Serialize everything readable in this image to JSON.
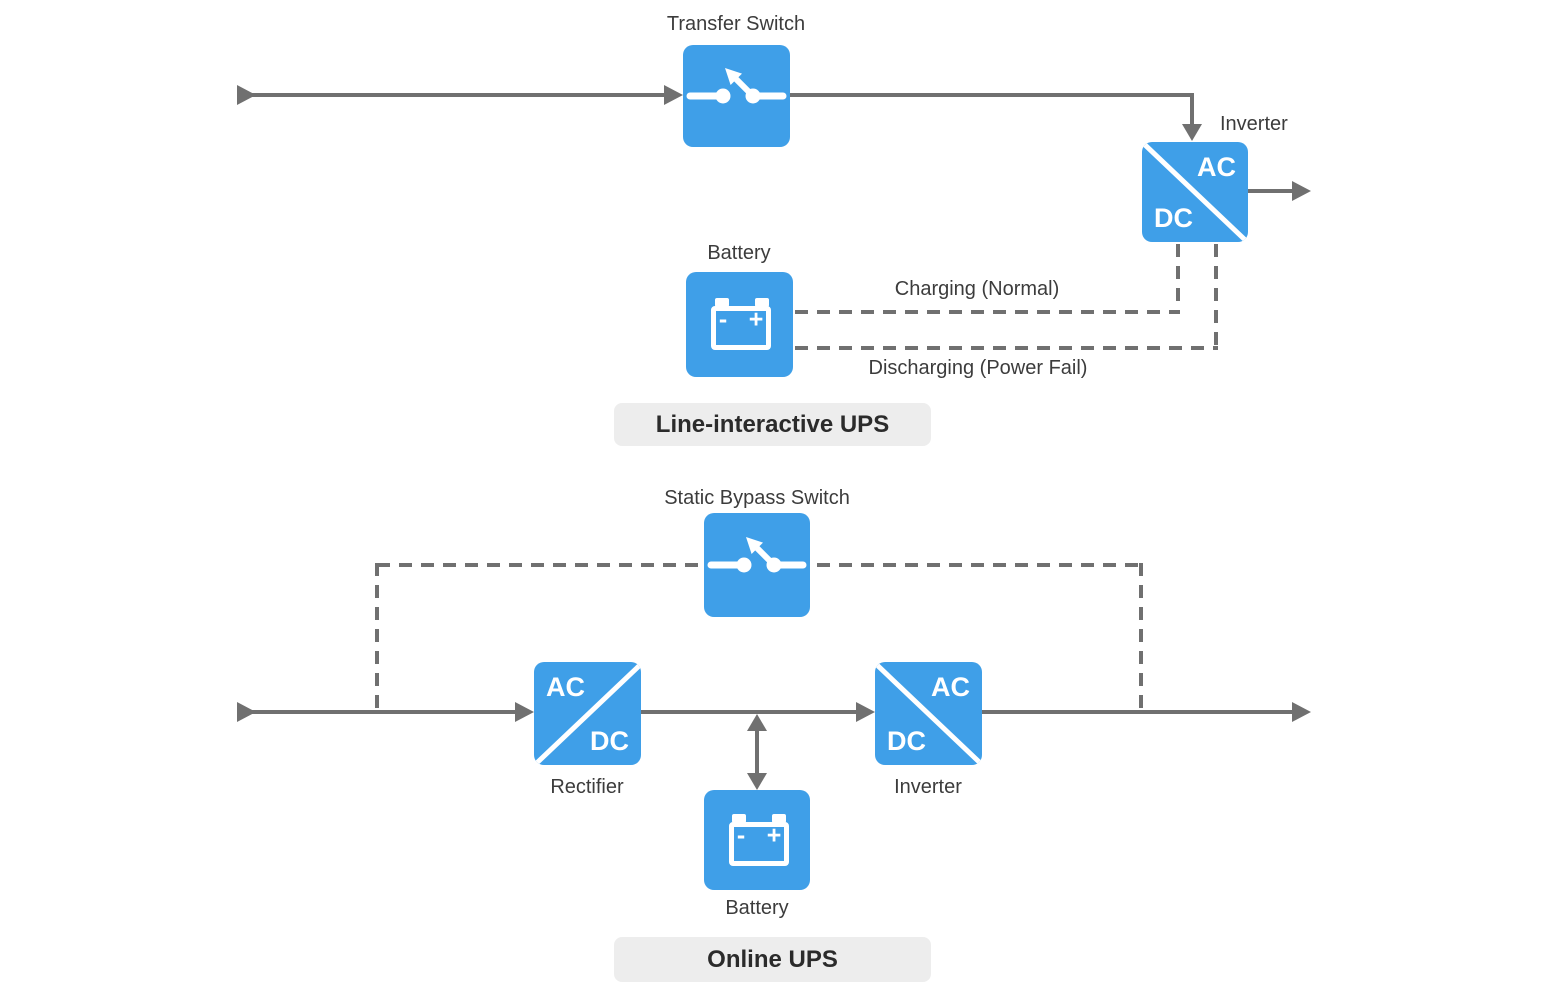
{
  "colors": {
    "node_blue": "#3F9FE8",
    "line_gray": "#707070",
    "badge_bg": "#EDEDED",
    "badge_text": "#2B2B2B",
    "label_text": "#3C3C3C",
    "icon_white": "#FFFFFF"
  },
  "icons": {
    "switch": "open-switch-icon",
    "battery": "battery-icon",
    "converter": "ac-dc-converter-box"
  },
  "line_interactive": {
    "badge": "Line-interactive UPS",
    "transfer_switch": "Transfer Switch",
    "inverter": "Inverter",
    "inverter_ac": "AC",
    "inverter_dc": "DC",
    "battery": "Battery",
    "battery_minus": "-",
    "battery_plus": "+",
    "charging": "Charging (Normal)",
    "discharging": "Discharging (Power Fail)"
  },
  "online": {
    "badge": "Online UPS",
    "static_bypass_switch": "Static Bypass Switch",
    "rectifier": "Rectifier",
    "rectifier_ac": "AC",
    "rectifier_dc": "DC",
    "inverter": "Inverter",
    "inverter_ac": "AC",
    "inverter_dc": "DC",
    "battery": "Battery",
    "battery_minus": "-",
    "battery_plus": "+"
  }
}
